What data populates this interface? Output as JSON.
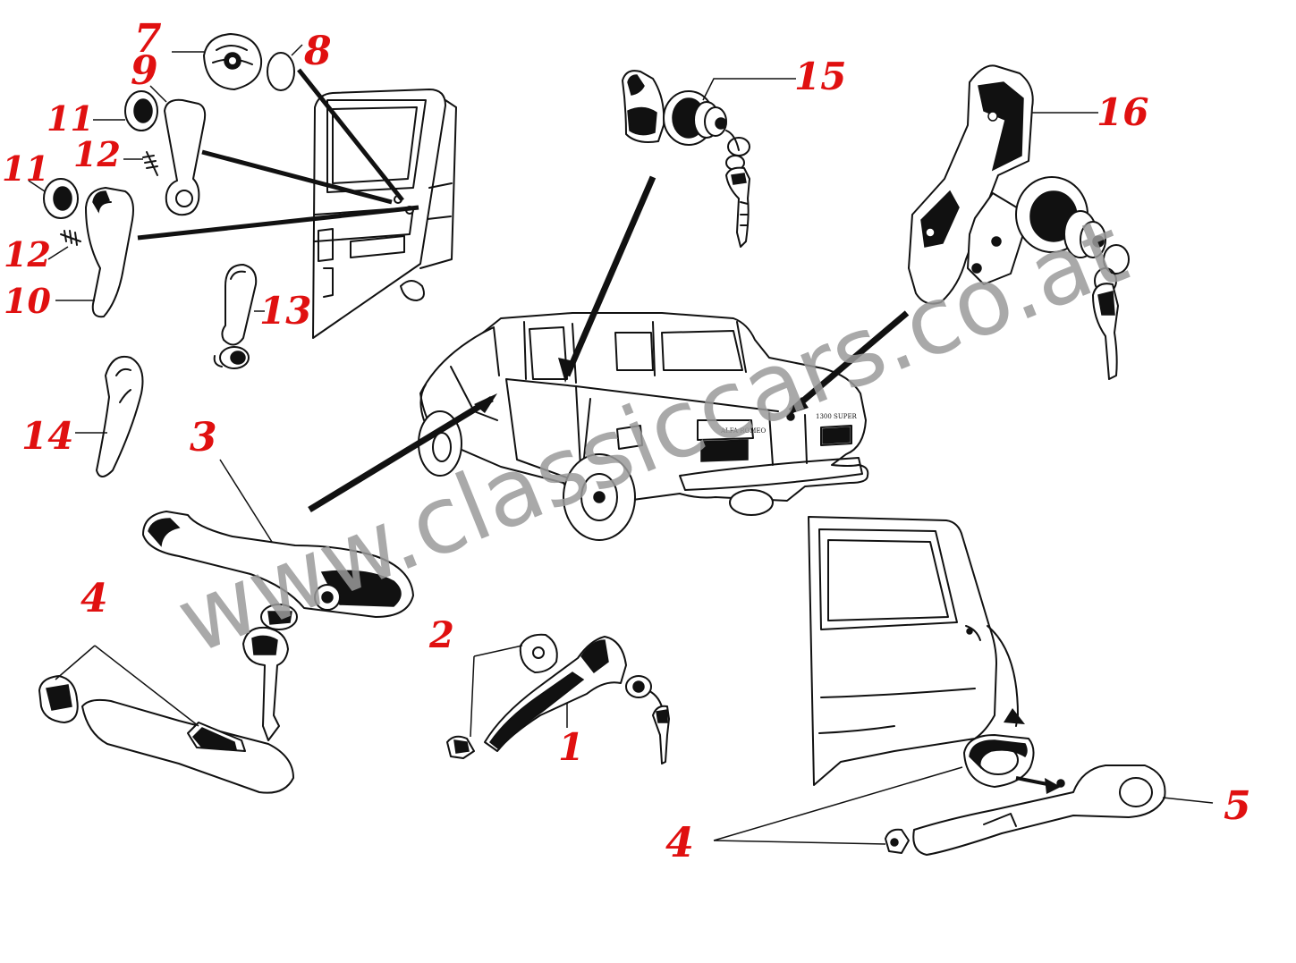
{
  "watermark": {
    "text": "www.classiccars.co.at",
    "color": "#9a9a9a"
  },
  "label_color": "#e01010",
  "labels": {
    "l7": "7",
    "l8": "8",
    "l9": "9",
    "l11a": "11",
    "l11b": "11",
    "l12a": "12",
    "l12b": "12",
    "l10": "10",
    "l13": "13",
    "l14": "14",
    "l3": "3",
    "l15": "15",
    "l16": "16",
    "l4a": "4",
    "l2": "2",
    "l1": "1",
    "l4b": "4",
    "l5": "5"
  },
  "car_badges": {
    "left": "ALFA ROMEO",
    "right": "1300 SUPER"
  }
}
